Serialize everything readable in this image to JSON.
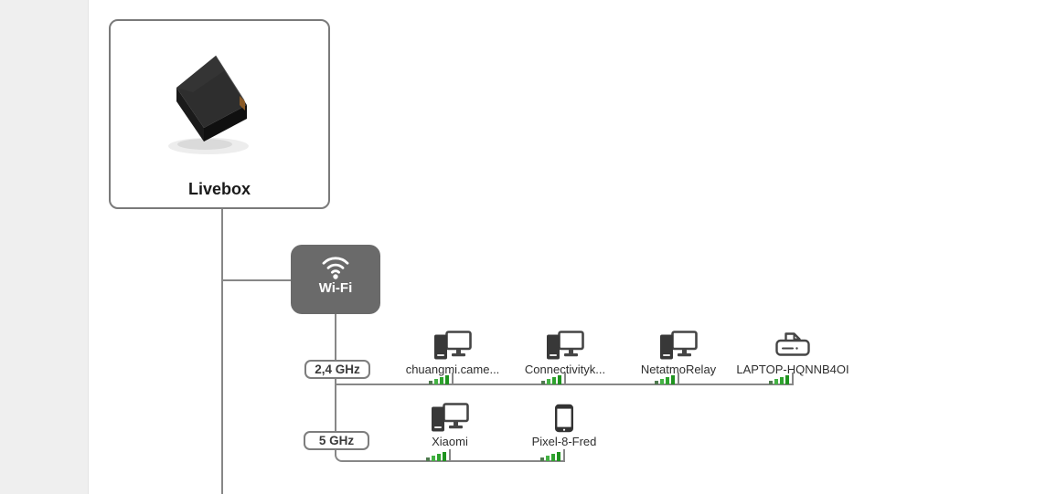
{
  "page": {
    "background": "#ffffff",
    "sidebar_color": "#efefef"
  },
  "topology": {
    "root": {
      "label": "Livebox",
      "type": "router"
    },
    "wifi": {
      "label": "Wi-Fi",
      "icon": "wifi-icon"
    },
    "bands": [
      {
        "label": "2,4 GHz",
        "devices": [
          {
            "name": "chuangmi.came...",
            "icon": "desktop-computer-icon",
            "signal": 4
          },
          {
            "name": "Connectivityk...",
            "icon": "desktop-computer-icon",
            "signal": 4
          },
          {
            "name": "NetatmoRelay",
            "icon": "desktop-computer-icon",
            "signal": 4
          },
          {
            "name": "LAPTOP-HQNNB4OI",
            "icon": "printer-icon",
            "signal": 4
          }
        ]
      },
      {
        "label": "5 GHz",
        "devices": [
          {
            "name": "Xiaomi",
            "icon": "desktop-computer-icon",
            "signal": 4
          },
          {
            "name": "Pixel-8-Fred",
            "icon": "smartphone-icon",
            "signal": 4
          }
        ]
      }
    ]
  },
  "colors": {
    "line": "#878787",
    "card_border": "#7a7a7a",
    "wifi_node_bg": "#6a6a6a",
    "signal_green": "#2fa32f",
    "signal_dark": "#4f7a4f",
    "text": "#2e2e2e"
  }
}
